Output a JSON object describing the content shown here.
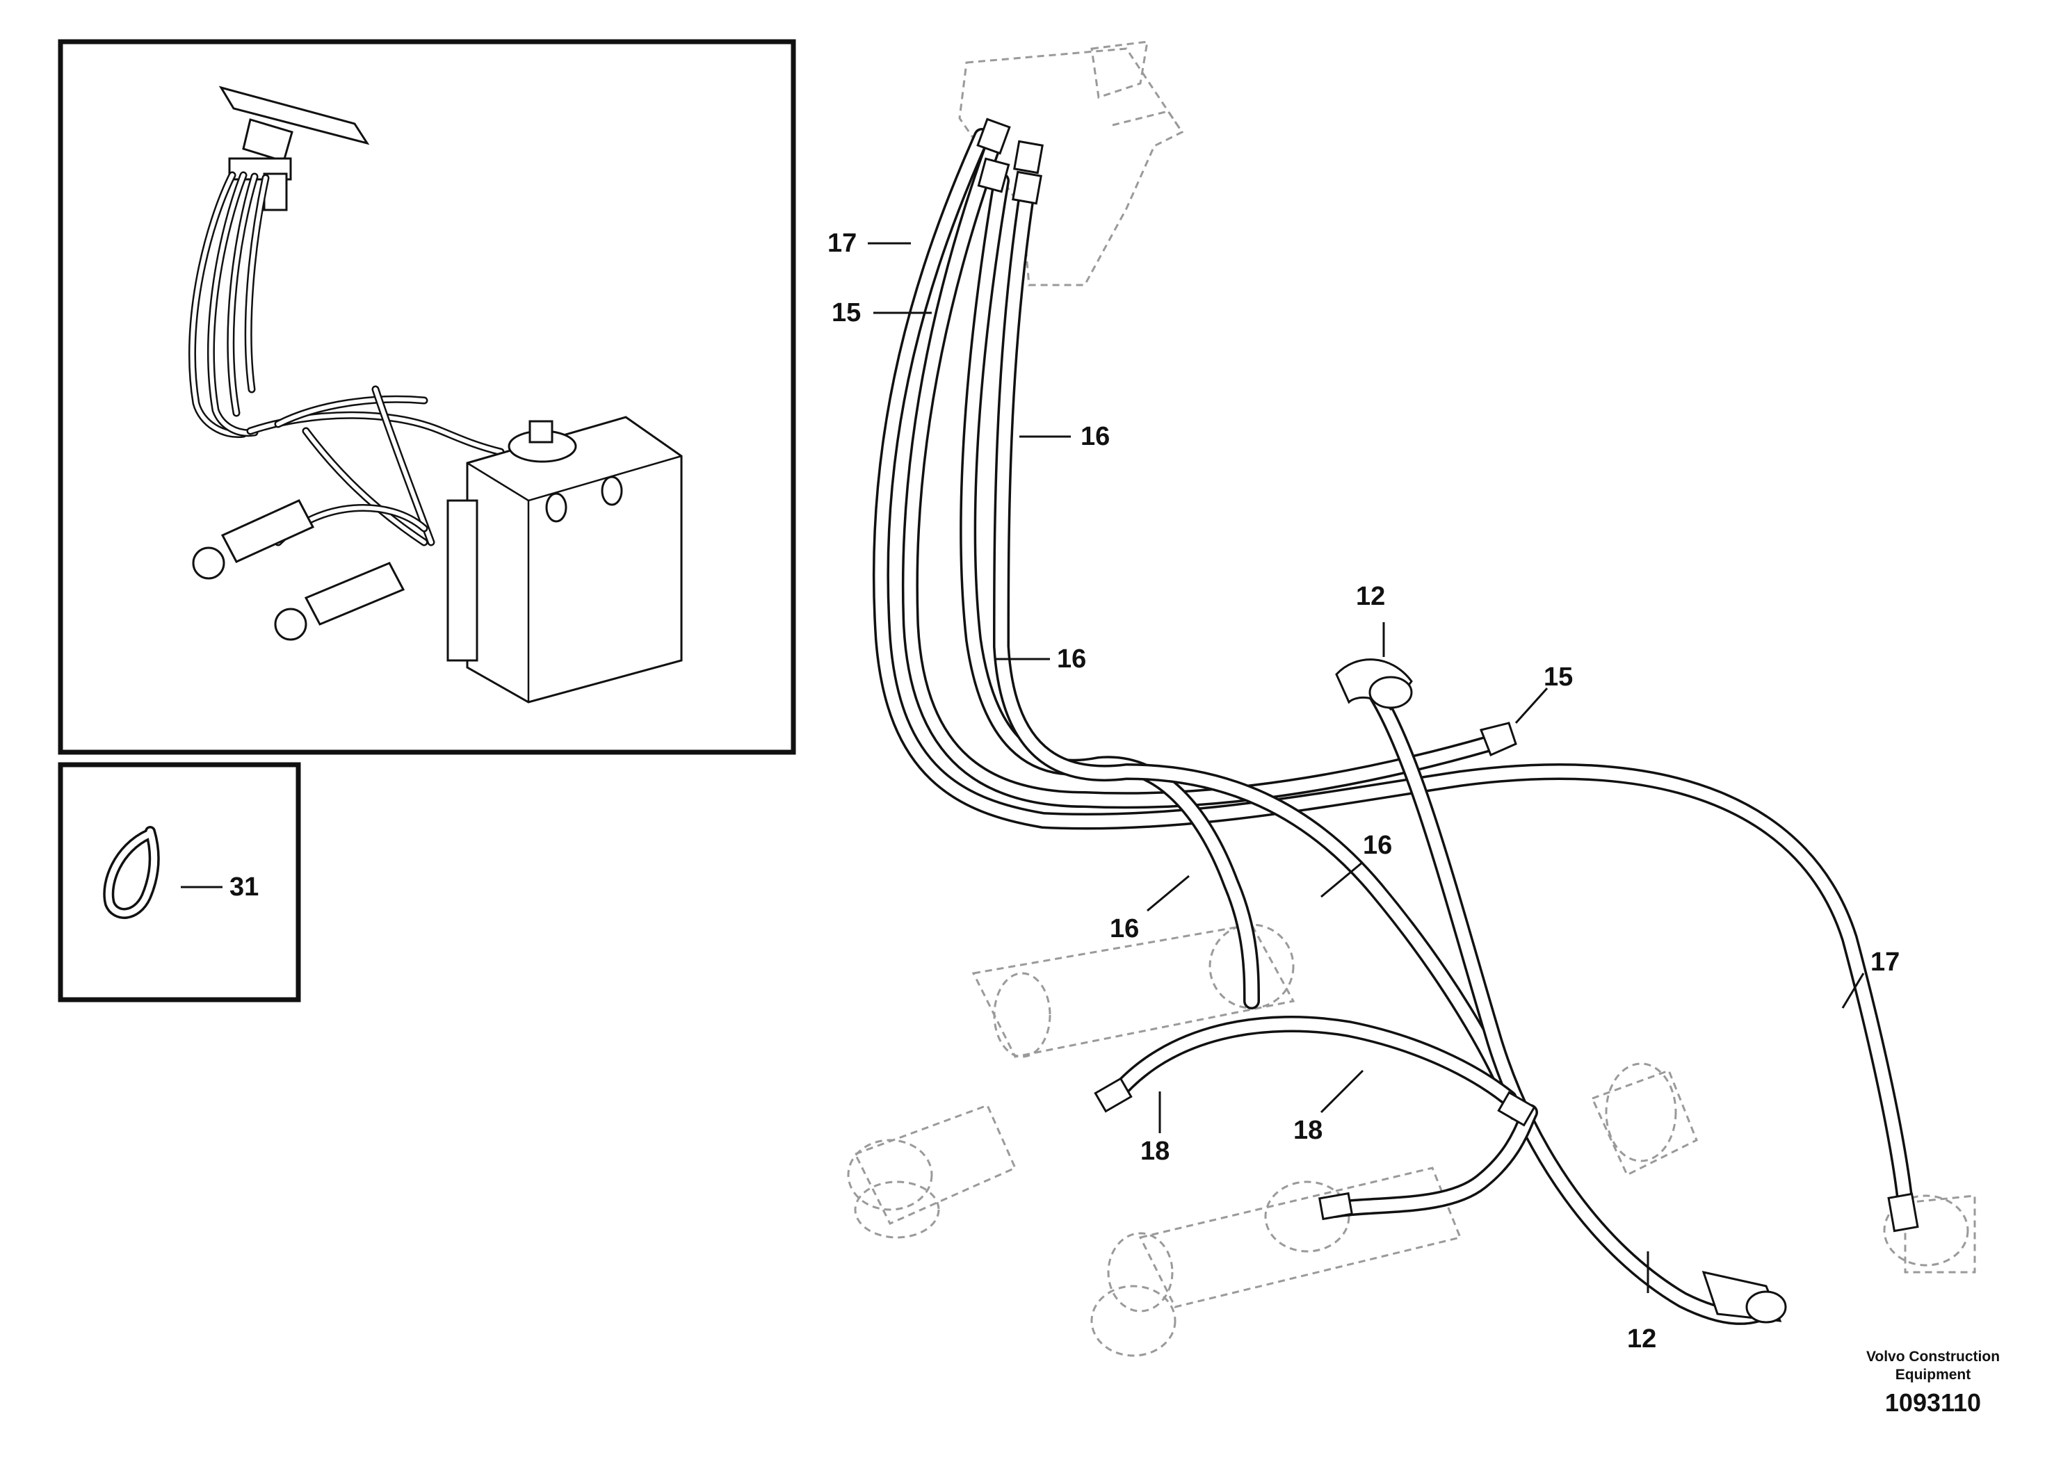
{
  "callouts": {
    "c17a": "17",
    "c15a": "15",
    "c16a": "16",
    "c16b": "16",
    "c12a": "12",
    "c15b": "15",
    "c16c": "16",
    "c16d": "16",
    "c17b": "17",
    "c18a": "18",
    "c18b": "18",
    "c12b": "12",
    "c31": "31"
  },
  "footer": {
    "brand_line1": "Volvo Construction",
    "brand_line2": "Equipment",
    "doc_number": "1093110"
  }
}
